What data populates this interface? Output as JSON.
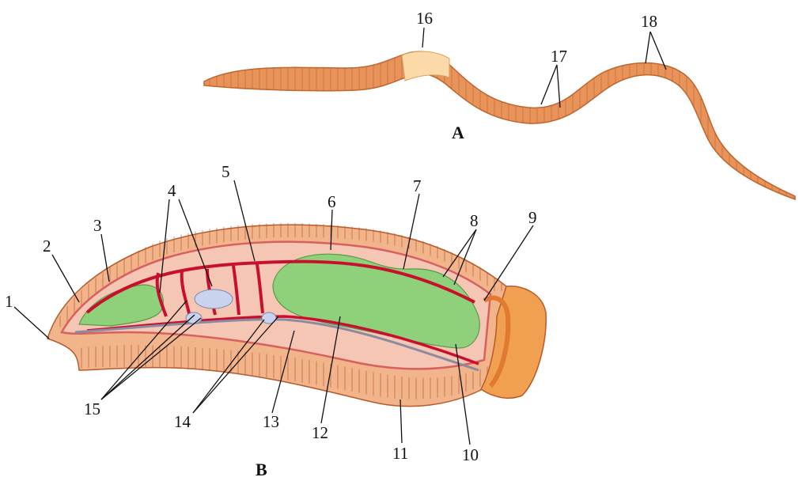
{
  "figure": {
    "panel_a_label": "A",
    "panel_b_label": "B",
    "callouts": [
      {
        "id": "c1",
        "text": "1"
      },
      {
        "id": "c2",
        "text": "2"
      },
      {
        "id": "c3",
        "text": "3"
      },
      {
        "id": "c4",
        "text": "4"
      },
      {
        "id": "c5",
        "text": "5"
      },
      {
        "id": "c6",
        "text": "6"
      },
      {
        "id": "c7",
        "text": "7"
      },
      {
        "id": "c8",
        "text": "8"
      },
      {
        "id": "c9",
        "text": "9"
      },
      {
        "id": "c10",
        "text": "10"
      },
      {
        "id": "c11",
        "text": "11"
      },
      {
        "id": "c12",
        "text": "12"
      },
      {
        "id": "c13",
        "text": "13"
      },
      {
        "id": "c14",
        "text": "14"
      },
      {
        "id": "c15",
        "text": "15"
      },
      {
        "id": "c16",
        "text": "16"
      },
      {
        "id": "c17",
        "text": "17"
      },
      {
        "id": "c18",
        "text": "18"
      }
    ],
    "colors": {
      "body": "#e8935a",
      "body_light": "#f4b383",
      "clitellum": "#fbd9a8",
      "skin_layer": "#e07a7e",
      "gut": "#8fd07a",
      "blood_vessel": "#c8102e",
      "nerve_cord": "#8a8aa0",
      "ganglion": "#c9d3ee",
      "cut_face": "#f0a050"
    }
  }
}
